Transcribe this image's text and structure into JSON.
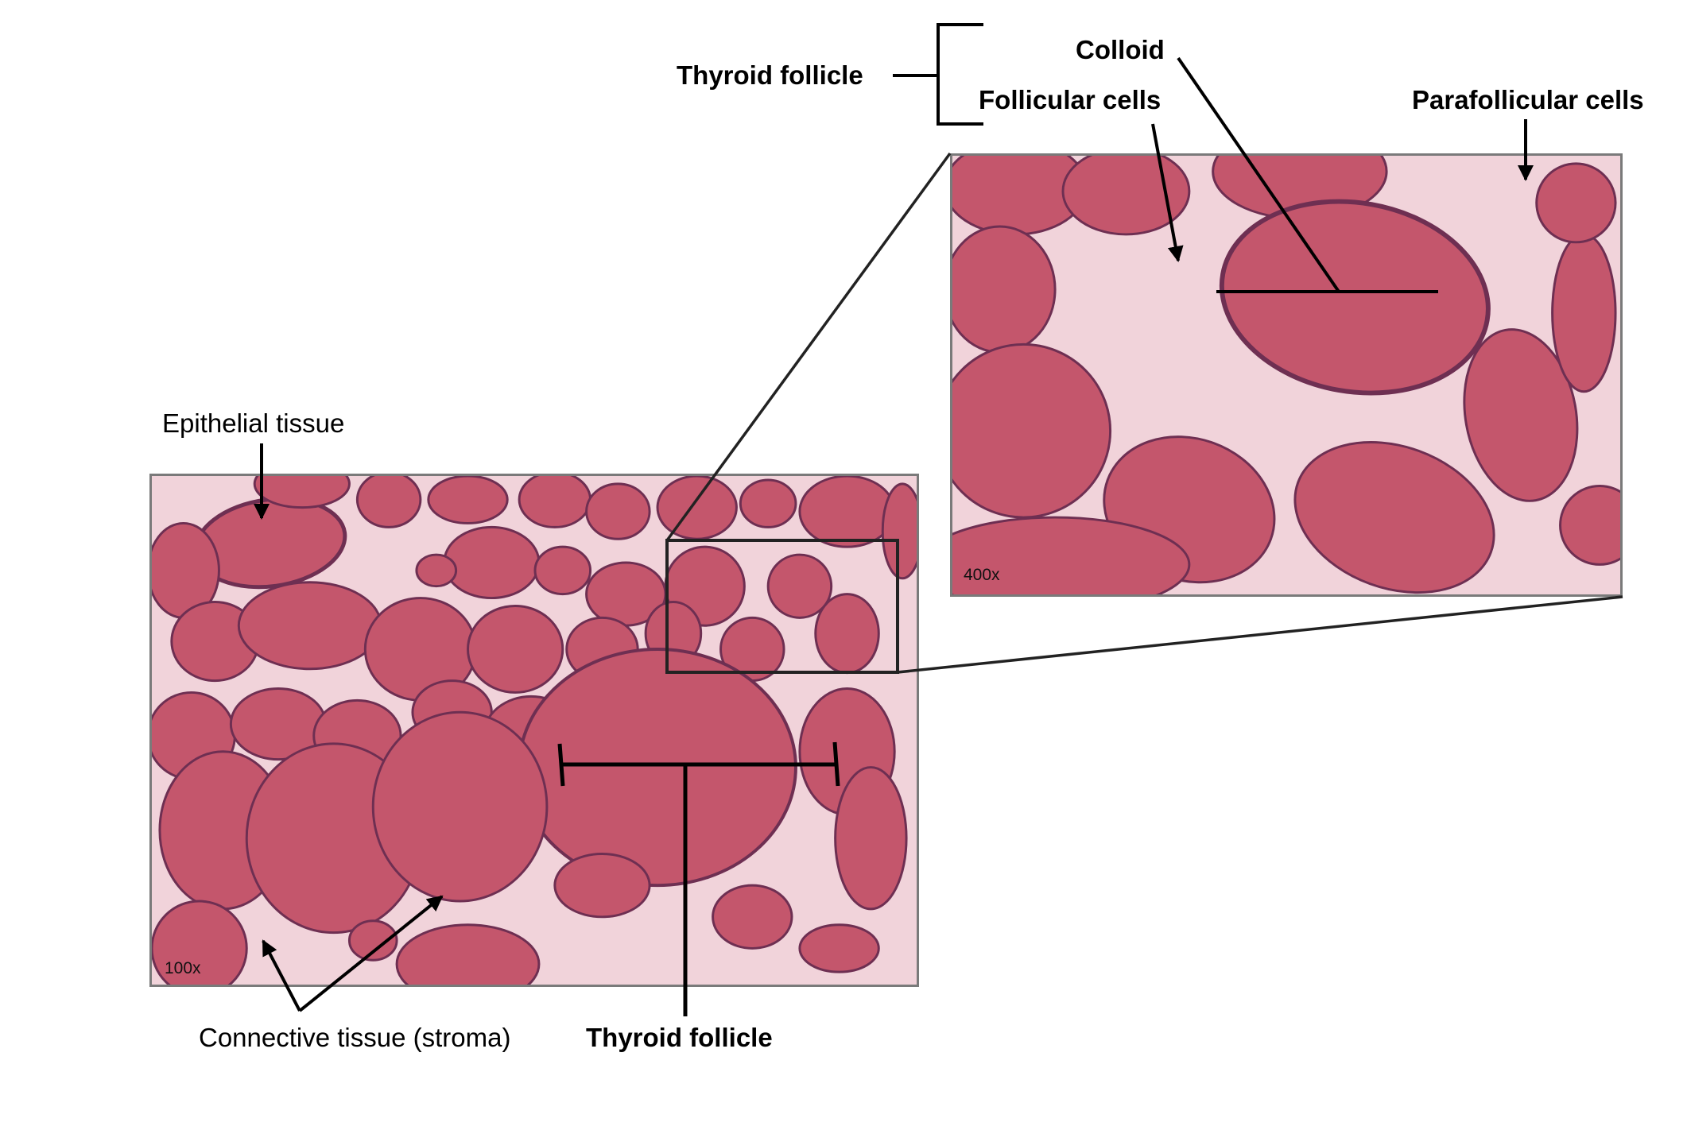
{
  "labels": {
    "top_thyroid_follicle": "Thyroid follicle",
    "colloid": "Colloid",
    "follicular_cells": "Follicular cells",
    "parafollicular_cells": "Parafollicular cells",
    "epithelial_tissue": "Epithelial tissue",
    "connective_tissue": "Connective tissue (stroma)",
    "bottom_thyroid_follicle": "Thyroid follicle"
  },
  "micrographs": {
    "low": {
      "magnification": "100x"
    },
    "high": {
      "magnification": "400x"
    }
  },
  "colors": {
    "colloid": "#c4566c",
    "stroma": "#f3dbe1",
    "epithelium": "#6e2f52",
    "frame": "#7a7a7a"
  }
}
